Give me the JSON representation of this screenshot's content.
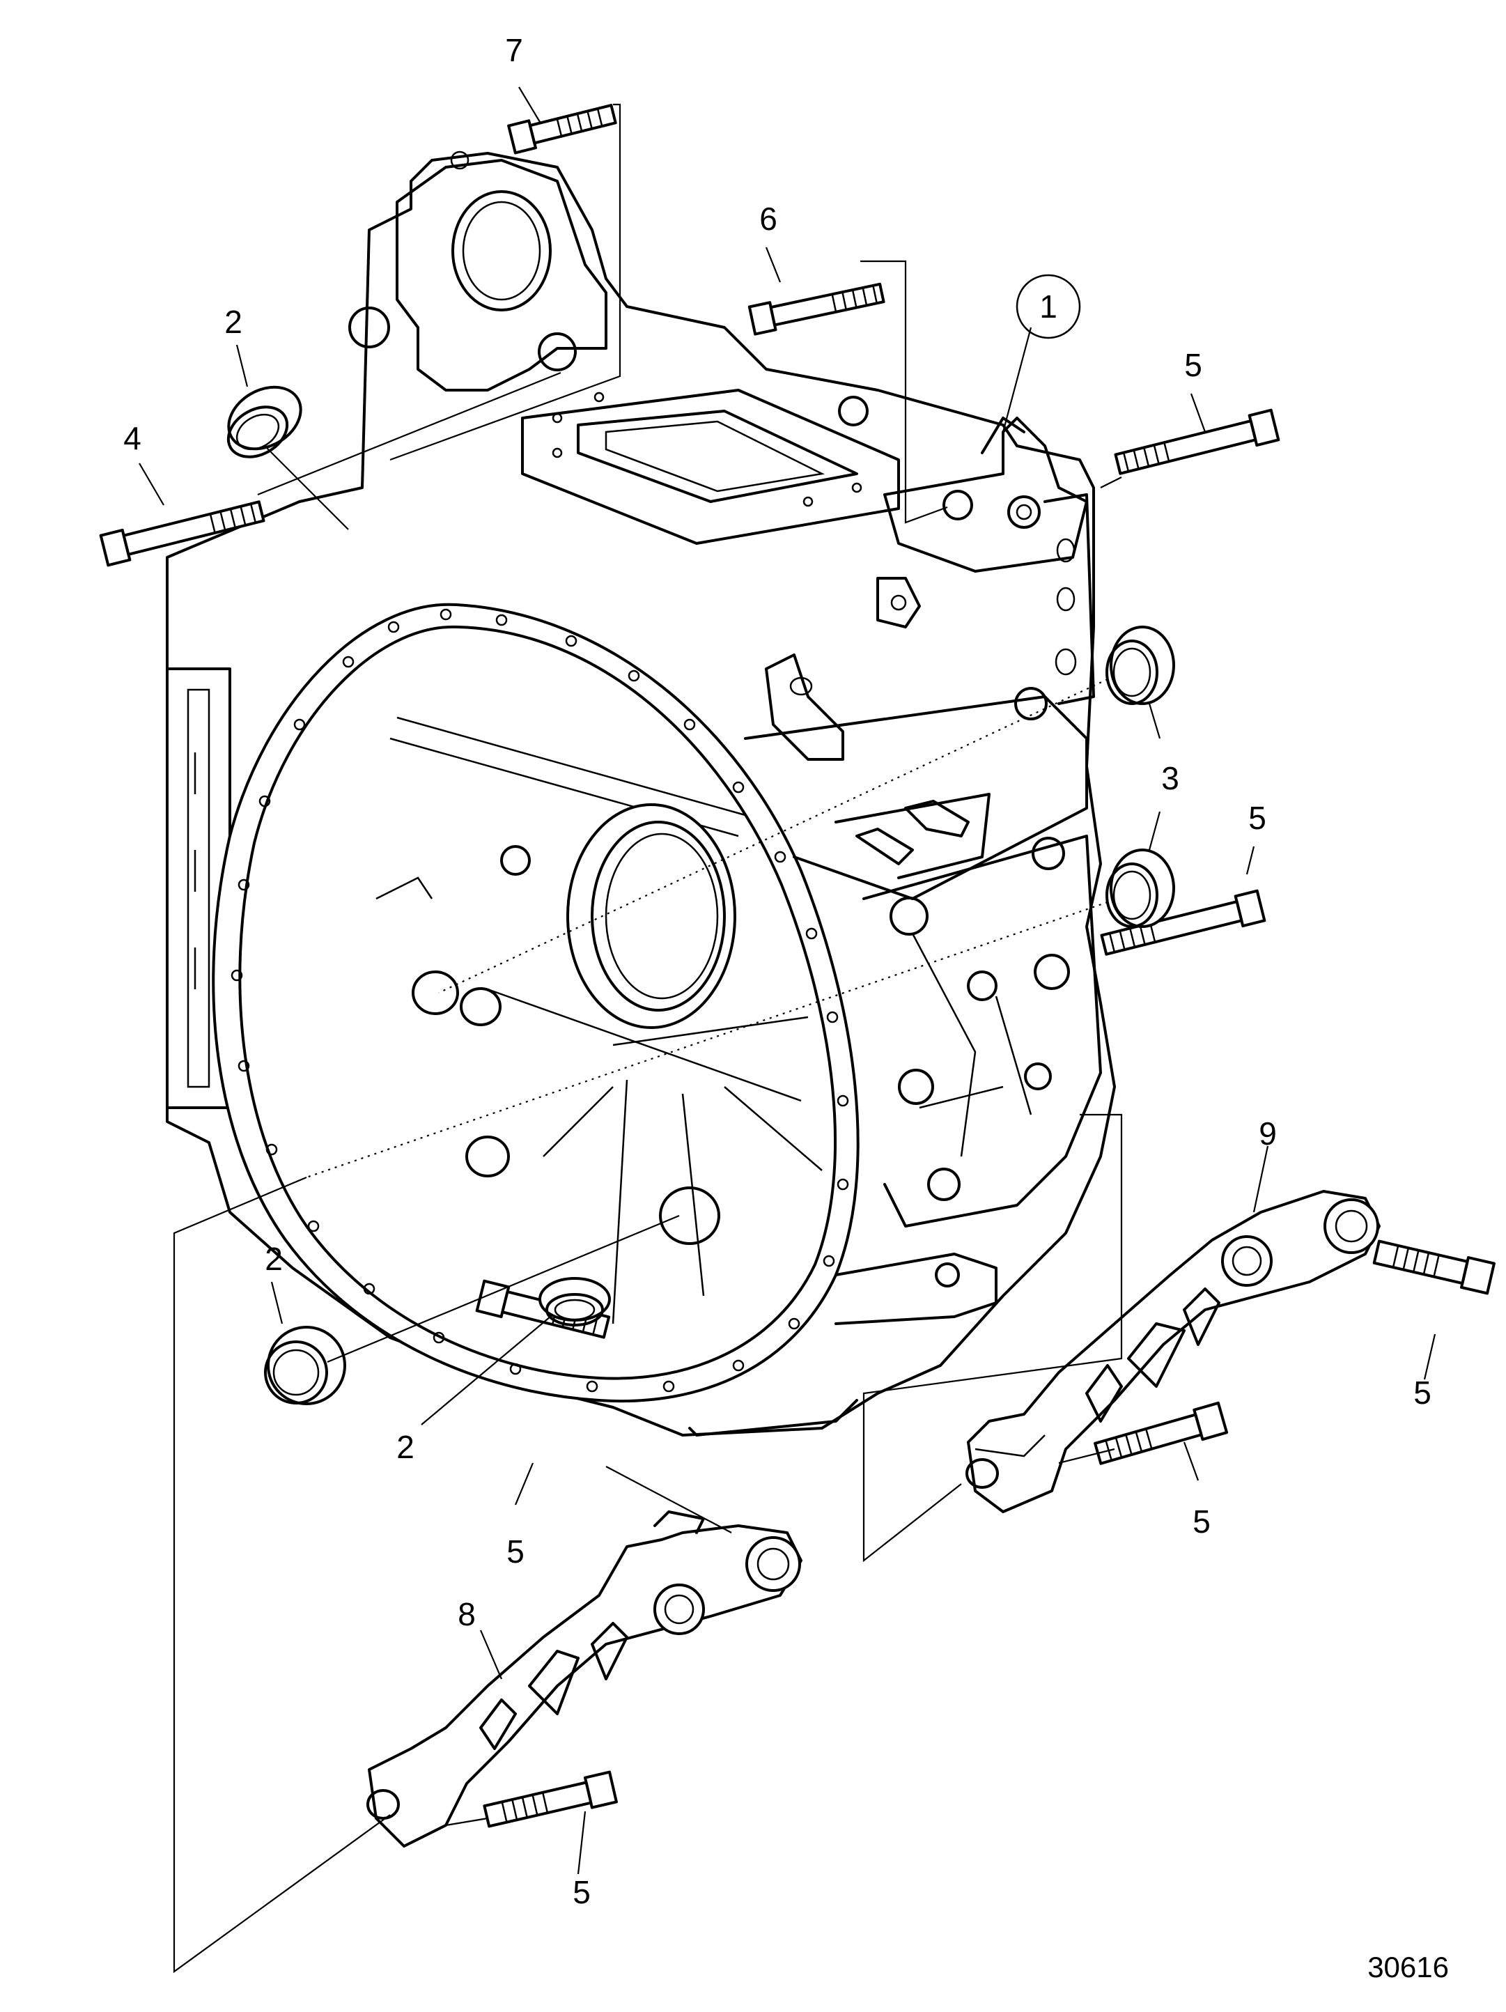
{
  "callouts": {
    "c1": "1",
    "c2a": "2",
    "c2b": "2",
    "c2c": "2",
    "c3": "3",
    "c4": "4",
    "c5a": "5",
    "c5b": "5",
    "c5c": "5",
    "c5d": "5",
    "c5e": "5",
    "c5f": "5",
    "c6": "6",
    "c7": "7",
    "c8": "8",
    "c9": "9"
  },
  "figure_number": "30616"
}
